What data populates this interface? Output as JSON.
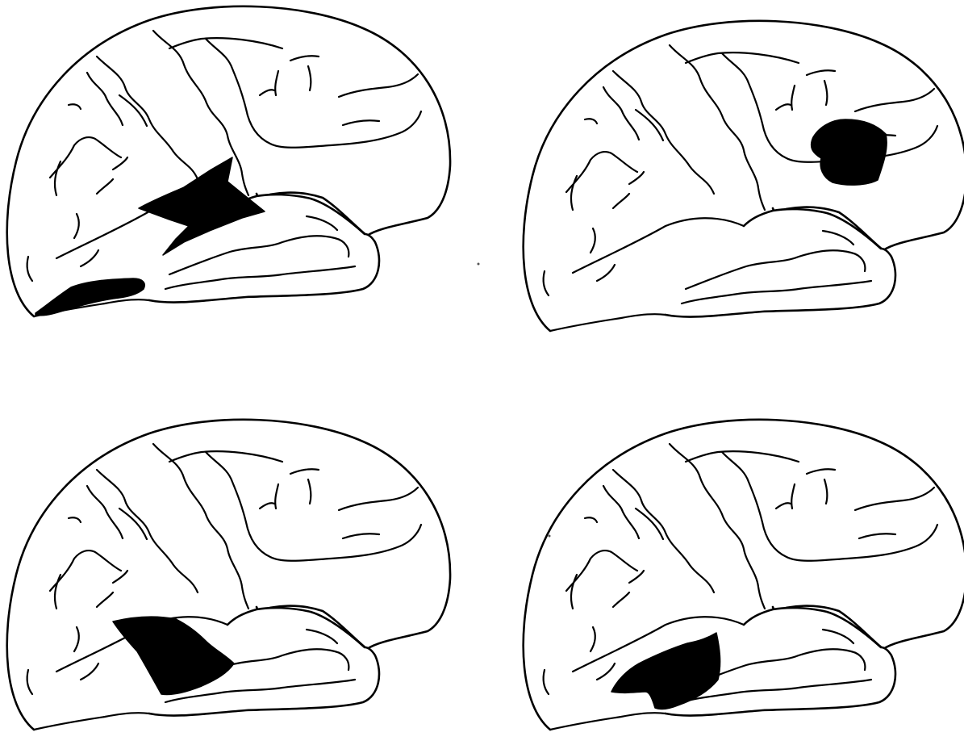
{
  "figure": {
    "panels": [
      {
        "id": "top-left",
        "lesions": [
          "inferior-frontal-lesion",
          "posterior-temporal-lesion"
        ]
      },
      {
        "id": "top-right",
        "lesions": [
          "parietal-lesion"
        ]
      },
      {
        "id": "bottom-left",
        "lesions": [
          "temporal-lesion"
        ]
      },
      {
        "id": "bottom-right",
        "lesions": [
          "temporal-lesion"
        ]
      }
    ],
    "colors": {
      "background": "#ffffff",
      "outline": "#000000",
      "lesion": "#000000"
    }
  }
}
